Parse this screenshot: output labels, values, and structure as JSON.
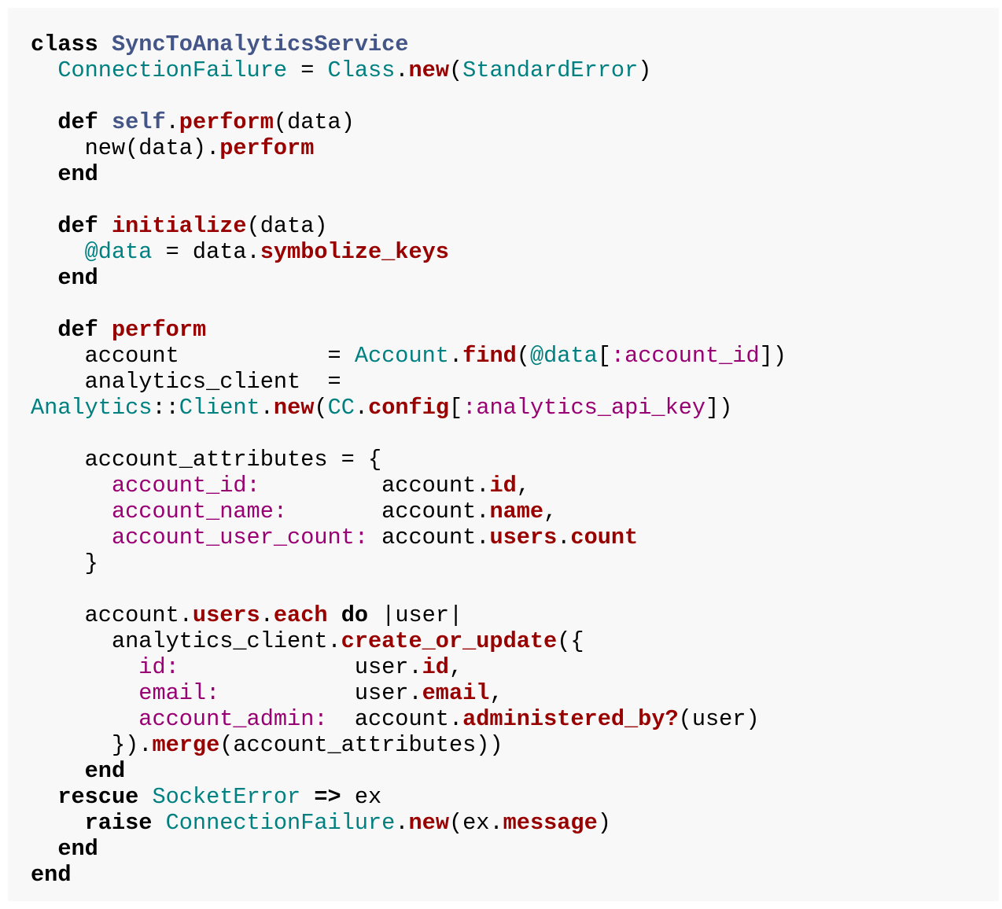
{
  "language": "ruby",
  "colors": {
    "background": "#f8f8f8",
    "keyword": "#000000",
    "class_name": "#445588",
    "constant": "#008080",
    "method": "#990000",
    "symbol": "#990073",
    "instance_variable": "#008080",
    "plain": "#000000"
  },
  "lines": [
    [
      {
        "t": "kw",
        "v": "class"
      },
      {
        "t": "pln",
        "v": " "
      },
      {
        "t": "cls",
        "v": "SyncToAnalyticsService"
      }
    ],
    [
      {
        "t": "pln",
        "v": "  "
      },
      {
        "t": "con",
        "v": "ConnectionFailure"
      },
      {
        "t": "pln",
        "v": " = "
      },
      {
        "t": "con",
        "v": "Class"
      },
      {
        "t": "pln",
        "v": "."
      },
      {
        "t": "mth",
        "v": "new"
      },
      {
        "t": "pln",
        "v": "("
      },
      {
        "t": "con",
        "v": "StandardError"
      },
      {
        "t": "pln",
        "v": ")"
      }
    ],
    [],
    [
      {
        "t": "pln",
        "v": "  "
      },
      {
        "t": "kw",
        "v": "def"
      },
      {
        "t": "pln",
        "v": " "
      },
      {
        "t": "cls",
        "v": "self"
      },
      {
        "t": "pln",
        "v": "."
      },
      {
        "t": "mth",
        "v": "perform"
      },
      {
        "t": "pln",
        "v": "(data)"
      }
    ],
    [
      {
        "t": "pln",
        "v": "    new(data)."
      },
      {
        "t": "mth",
        "v": "perform"
      }
    ],
    [
      {
        "t": "pln",
        "v": "  "
      },
      {
        "t": "kw",
        "v": "end"
      }
    ],
    [],
    [
      {
        "t": "pln",
        "v": "  "
      },
      {
        "t": "kw",
        "v": "def"
      },
      {
        "t": "pln",
        "v": " "
      },
      {
        "t": "mth",
        "v": "initialize"
      },
      {
        "t": "pln",
        "v": "(data)"
      }
    ],
    [
      {
        "t": "pln",
        "v": "    "
      },
      {
        "t": "ivar",
        "v": "@data"
      },
      {
        "t": "pln",
        "v": " = data."
      },
      {
        "t": "mth",
        "v": "symbolize_keys"
      }
    ],
    [
      {
        "t": "pln",
        "v": "  "
      },
      {
        "t": "kw",
        "v": "end"
      }
    ],
    [],
    [
      {
        "t": "pln",
        "v": "  "
      },
      {
        "t": "kw",
        "v": "def"
      },
      {
        "t": "pln",
        "v": " "
      },
      {
        "t": "mth",
        "v": "perform"
      }
    ],
    [
      {
        "t": "pln",
        "v": "    account           = "
      },
      {
        "t": "con",
        "v": "Account"
      },
      {
        "t": "pln",
        "v": "."
      },
      {
        "t": "mth",
        "v": "find"
      },
      {
        "t": "pln",
        "v": "("
      },
      {
        "t": "ivar",
        "v": "@data"
      },
      {
        "t": "pln",
        "v": "["
      },
      {
        "t": "sym",
        "v": ":account_id"
      },
      {
        "t": "pln",
        "v": "])"
      }
    ],
    [
      {
        "t": "pln",
        "v": "    analytics_client  ="
      }
    ],
    [
      {
        "t": "con",
        "v": "Analytics"
      },
      {
        "t": "pln",
        "v": "::"
      },
      {
        "t": "con",
        "v": "Client"
      },
      {
        "t": "pln",
        "v": "."
      },
      {
        "t": "mth",
        "v": "new"
      },
      {
        "t": "pln",
        "v": "("
      },
      {
        "t": "con",
        "v": "CC"
      },
      {
        "t": "pln",
        "v": "."
      },
      {
        "t": "mth",
        "v": "config"
      },
      {
        "t": "pln",
        "v": "["
      },
      {
        "t": "sym",
        "v": ":analytics_api_key"
      },
      {
        "t": "pln",
        "v": "])"
      }
    ],
    [],
    [
      {
        "t": "pln",
        "v": "    account_attributes = {"
      }
    ],
    [
      {
        "t": "pln",
        "v": "      "
      },
      {
        "t": "sym",
        "v": "account_id:"
      },
      {
        "t": "pln",
        "v": "         account."
      },
      {
        "t": "mth",
        "v": "id"
      },
      {
        "t": "pln",
        "v": ","
      }
    ],
    [
      {
        "t": "pln",
        "v": "      "
      },
      {
        "t": "sym",
        "v": "account_name:"
      },
      {
        "t": "pln",
        "v": "       account."
      },
      {
        "t": "mth",
        "v": "name"
      },
      {
        "t": "pln",
        "v": ","
      }
    ],
    [
      {
        "t": "pln",
        "v": "      "
      },
      {
        "t": "sym",
        "v": "account_user_count:"
      },
      {
        "t": "pln",
        "v": " account."
      },
      {
        "t": "mth",
        "v": "users"
      },
      {
        "t": "pln",
        "v": "."
      },
      {
        "t": "mth",
        "v": "count"
      }
    ],
    [
      {
        "t": "pln",
        "v": "    }"
      }
    ],
    [],
    [
      {
        "t": "pln",
        "v": "    account."
      },
      {
        "t": "mth",
        "v": "users"
      },
      {
        "t": "pln",
        "v": "."
      },
      {
        "t": "mth",
        "v": "each"
      },
      {
        "t": "pln",
        "v": " "
      },
      {
        "t": "kw",
        "v": "do"
      },
      {
        "t": "pln",
        "v": " |user|"
      }
    ],
    [
      {
        "t": "pln",
        "v": "      analytics_client."
      },
      {
        "t": "mth",
        "v": "create_or_update"
      },
      {
        "t": "pln",
        "v": "({"
      }
    ],
    [
      {
        "t": "pln",
        "v": "        "
      },
      {
        "t": "sym",
        "v": "id:"
      },
      {
        "t": "pln",
        "v": "             user."
      },
      {
        "t": "mth",
        "v": "id"
      },
      {
        "t": "pln",
        "v": ","
      }
    ],
    [
      {
        "t": "pln",
        "v": "        "
      },
      {
        "t": "sym",
        "v": "email:"
      },
      {
        "t": "pln",
        "v": "          user."
      },
      {
        "t": "mth",
        "v": "email"
      },
      {
        "t": "pln",
        "v": ","
      }
    ],
    [
      {
        "t": "pln",
        "v": "        "
      },
      {
        "t": "sym",
        "v": "account_admin:"
      },
      {
        "t": "pln",
        "v": "  account."
      },
      {
        "t": "mth",
        "v": "administered_by?"
      },
      {
        "t": "pln",
        "v": "(user)"
      }
    ],
    [
      {
        "t": "pln",
        "v": "      })."
      },
      {
        "t": "mth",
        "v": "merge"
      },
      {
        "t": "pln",
        "v": "(account_attributes))"
      }
    ],
    [
      {
        "t": "pln",
        "v": "    "
      },
      {
        "t": "kw",
        "v": "end"
      }
    ],
    [
      {
        "t": "pln",
        "v": "  "
      },
      {
        "t": "kw",
        "v": "rescue"
      },
      {
        "t": "pln",
        "v": " "
      },
      {
        "t": "con",
        "v": "SocketError"
      },
      {
        "t": "pln",
        "v": " "
      },
      {
        "t": "kw",
        "v": "=>"
      },
      {
        "t": "pln",
        "v": " ex"
      }
    ],
    [
      {
        "t": "pln",
        "v": "    "
      },
      {
        "t": "kw",
        "v": "raise"
      },
      {
        "t": "pln",
        "v": " "
      },
      {
        "t": "con",
        "v": "ConnectionFailure"
      },
      {
        "t": "pln",
        "v": "."
      },
      {
        "t": "mth",
        "v": "new"
      },
      {
        "t": "pln",
        "v": "(ex."
      },
      {
        "t": "mth",
        "v": "message"
      },
      {
        "t": "pln",
        "v": ")"
      }
    ],
    [
      {
        "t": "pln",
        "v": "  "
      },
      {
        "t": "kw",
        "v": "end"
      }
    ],
    [
      {
        "t": "kw",
        "v": "end"
      }
    ]
  ]
}
